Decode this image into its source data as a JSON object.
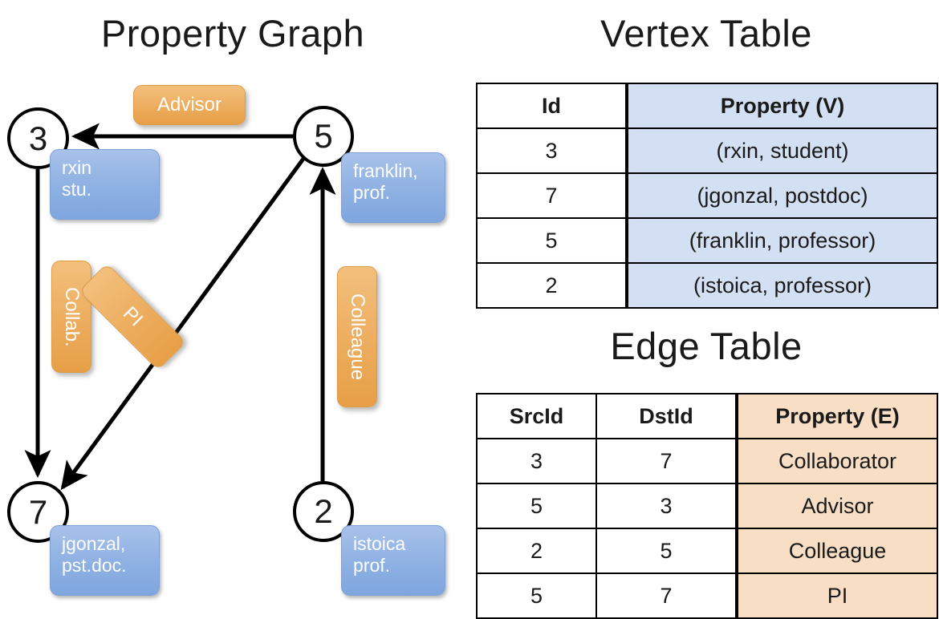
{
  "titles": {
    "property_graph": "Property Graph",
    "vertex_table": "Vertex Table",
    "edge_table": "Edge Table"
  },
  "graph": {
    "nodes": [
      {
        "id": "3",
        "label": "3",
        "property_lines": [
          "rxin",
          "stu."
        ]
      },
      {
        "id": "5",
        "label": "5",
        "property_lines": [
          "franklin,",
          "prof."
        ]
      },
      {
        "id": "7",
        "label": "7",
        "property_lines": [
          "jgonzal,",
          "pst.doc."
        ]
      },
      {
        "id": "2",
        "label": "2",
        "property_lines": [
          "istoica",
          "prof."
        ]
      }
    ],
    "edge_labels": [
      {
        "name": "advisor",
        "text": "Advisor"
      },
      {
        "name": "collab",
        "text": "Collab."
      },
      {
        "name": "pi",
        "text": "PI"
      },
      {
        "name": "colleague",
        "text": "Colleague"
      }
    ]
  },
  "vertex_table": {
    "headers": [
      "Id",
      "Property (V)"
    ],
    "rows": [
      [
        "3",
        "(rxin, student)"
      ],
      [
        "7",
        "(jgonzal, postdoc)"
      ],
      [
        "5",
        "(franklin, professor)"
      ],
      [
        "2",
        "(istoica, professor)"
      ]
    ]
  },
  "edge_table": {
    "headers": [
      "SrcId",
      "DstId",
      "Property (E)"
    ],
    "rows": [
      [
        "3",
        "7",
        "Collaborator"
      ],
      [
        "5",
        "3",
        "Advisor"
      ],
      [
        "2",
        "5",
        "Colleague"
      ],
      [
        "5",
        "7",
        "PI"
      ]
    ]
  },
  "colors": {
    "vertex_property_bg": "#d3dff2",
    "edge_property_bg": "#f7dec5",
    "node_box_blue": "#93b4e4",
    "edge_label_orange": "#edaf62",
    "stroke": "#000000"
  }
}
